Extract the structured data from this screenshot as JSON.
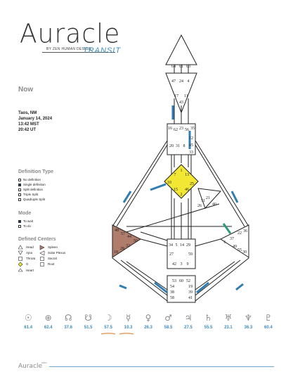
{
  "brand": {
    "logo": "Auracle",
    "tagline": "BY ZEN HUMAN DESIGN",
    "mode_title": "TRANSIT",
    "footer_logo": "Auracle",
    "footer_sup": "com"
  },
  "header": {
    "now_label": "Now"
  },
  "location": {
    "place": "Taos, NM",
    "date": "January 14, 2024",
    "local_time": "13:42 MST",
    "utc_time": "20:42 UT"
  },
  "definition_type": {
    "title": "Definition Type",
    "items": [
      "No definition",
      "Single definition",
      "Split definition",
      "Triple Split",
      "Quadruple Split"
    ],
    "selected_index": 1
  },
  "mode": {
    "title": "Mode",
    "items": [
      "To wait",
      "To do"
    ],
    "selected_index": 0
  },
  "defined_centers": {
    "title": "Defined Centers",
    "items": [
      "Head",
      "Ajna",
      "Throat",
      "G",
      "Heart",
      "Spleen",
      "Solar Plexus",
      "Sacral",
      "Root"
    ],
    "icons": [
      "triangle-up-icon",
      "triangle-down-icon",
      "square-icon",
      "diamond-icon",
      "triangle-small-icon",
      "triangle-right-icon",
      "triangle-left-icon",
      "square-icon",
      "square-icon"
    ]
  },
  "bodygraph": {
    "head_gates": [
      "64",
      "61",
      "63"
    ],
    "ajna_gates_top": [
      "47",
      "24",
      "4"
    ],
    "ajna_gates_bottom": [
      "17",
      "11",
      "43"
    ],
    "throat_gates": [
      "16",
      "62",
      "23",
      "56",
      "35",
      "12",
      "45",
      "20",
      "31",
      "8",
      "33"
    ],
    "g_gates": [
      "1",
      "7",
      "13",
      "10",
      "25",
      "15",
      "2",
      "46"
    ],
    "heart_gates": [
      "21",
      "51",
      "26",
      "40"
    ],
    "spleen_gates": [
      "48",
      "57",
      "44",
      "50",
      "32",
      "28",
      "18"
    ],
    "solar_gates": [
      "36",
      "22",
      "37",
      "6",
      "49",
      "55",
      "30"
    ],
    "sacral_gates": [
      "34",
      "5",
      "14",
      "29",
      "27",
      "59",
      "42",
      "3",
      "9"
    ],
    "root_gates": [
      "53",
      "60",
      "52",
      "54",
      "19",
      "38",
      "39",
      "58",
      "41"
    ],
    "colors": {
      "defined_center": "#f2e834",
      "spleen": "#b07c6b",
      "channel_active": "#2f7db3",
      "channel_green": "#2a9a7a"
    }
  },
  "planets": [
    {
      "icon": "sun-icon",
      "symbol": "☉",
      "value": "61.4"
    },
    {
      "icon": "earth-icon",
      "symbol": "⊕",
      "value": "62.4"
    },
    {
      "icon": "north-node-icon",
      "symbol": "☊",
      "value": "37.6"
    },
    {
      "icon": "south-node-icon",
      "symbol": "☋",
      "value": "51.5"
    },
    {
      "icon": "moon-icon",
      "symbol": "☽",
      "value": "57.5"
    },
    {
      "icon": "mercury-icon",
      "symbol": "☿",
      "value": "10.3"
    },
    {
      "icon": "venus-icon",
      "symbol": "♀",
      "value": "26.3"
    },
    {
      "icon": "mars-icon",
      "symbol": "♂",
      "value": "58.5"
    },
    {
      "icon": "jupiter-icon",
      "symbol": "♃",
      "value": "27.5"
    },
    {
      "icon": "saturn-icon",
      "symbol": "♄",
      "value": "55.5"
    },
    {
      "icon": "uranus-icon",
      "symbol": "♅",
      "value": "23.1"
    },
    {
      "icon": "neptune-icon",
      "symbol": "♆",
      "value": "36.3"
    },
    {
      "icon": "pluto-icon",
      "symbol": "♇",
      "value": "60.4"
    }
  ]
}
